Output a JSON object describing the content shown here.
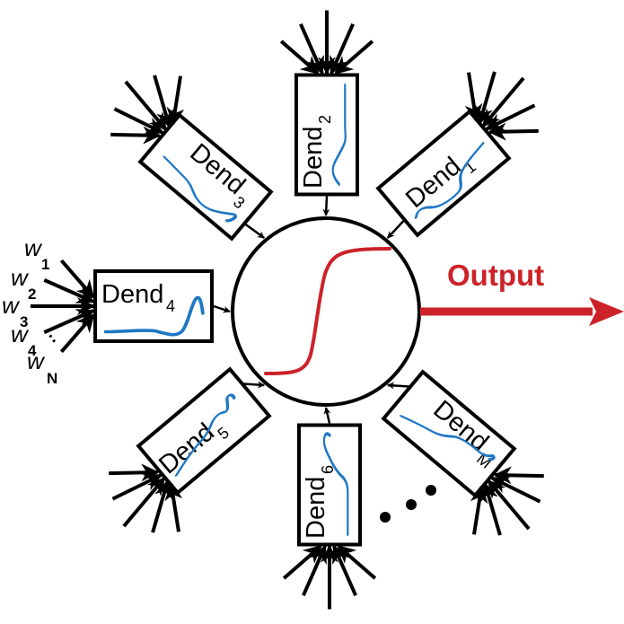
{
  "colors": {
    "dendrite_curve": "#1f77c4",
    "soma_curve": "#cc2229",
    "output": "#cc2229",
    "stroke": "#000000"
  },
  "soma": {
    "activation": "sigmoid"
  },
  "output": {
    "label": "Output"
  },
  "dendrites": [
    {
      "id": "dend-1",
      "label": "Dend",
      "subscript": "1"
    },
    {
      "id": "dend-2",
      "label": "Dend",
      "subscript": "2"
    },
    {
      "id": "dend-3",
      "label": "Dend",
      "subscript": "3"
    },
    {
      "id": "dend-4",
      "label": "Dend",
      "subscript": "4"
    },
    {
      "id": "dend-5",
      "label": "Dend",
      "subscript": "5"
    },
    {
      "id": "dend-6",
      "label": "Dend",
      "subscript": "6"
    },
    {
      "id": "dend-m",
      "label": "Dend",
      "subscript": "M"
    }
  ],
  "weights": [
    {
      "symbol": "w",
      "subscript": "1"
    },
    {
      "symbol": "w",
      "subscript": "2"
    },
    {
      "symbol": "w",
      "subscript": "3"
    },
    {
      "symbol": "w",
      "subscript": "4"
    },
    {
      "symbol": "w",
      "subscript": "N"
    }
  ],
  "ellipsis": "..."
}
